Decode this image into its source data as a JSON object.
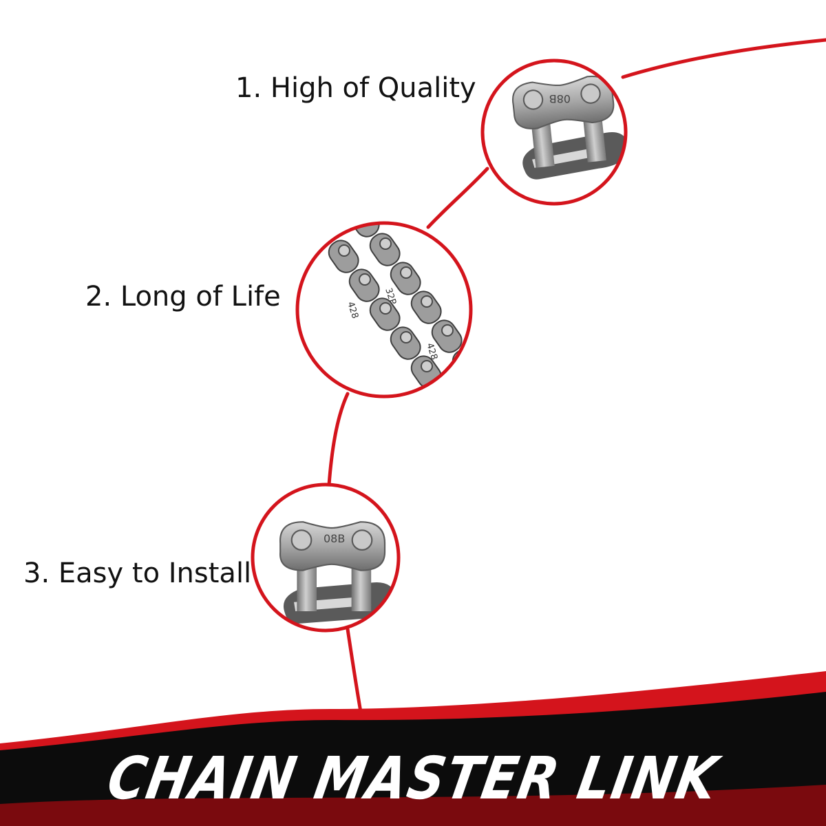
{
  "features": [
    {
      "label": "1. High of Quality",
      "image_icon": "master-link-icon",
      "marking": "08B"
    },
    {
      "label": "2. Long of Life",
      "image_icon": "roller-chain-icon",
      "markings": [
        "428",
        "32P",
        "428"
      ]
    },
    {
      "label": "3. Easy to Install",
      "image_icon": "master-link-icon",
      "marking": "08B"
    }
  ],
  "banner": {
    "title": "CHAIN MASTER LINK"
  },
  "colors": {
    "accent_red": "#d4141c",
    "banner_black": "#0c0c0c",
    "metal": "#a9a9a9"
  }
}
